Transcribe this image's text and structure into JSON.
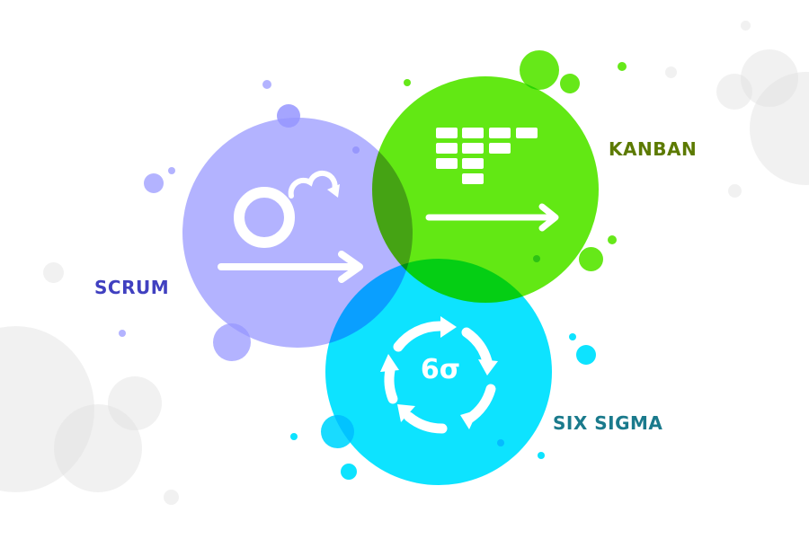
{
  "diagram": {
    "nodes": [
      {
        "id": "scrum",
        "label": "SCRUM",
        "color": "#9696ff",
        "label_color": "#4040c0",
        "icon": "loop-arrow-icon"
      },
      {
        "id": "kanban",
        "label": "KANBAN",
        "color": "#55e600",
        "label_color": "#5c7a00",
        "icon": "kanban-board-icon"
      },
      {
        "id": "six_sigma",
        "label": "SIX SIGMA",
        "color": "#00e1ff",
        "label_color": "#1a7a8c",
        "icon": "cycle-arrows-icon",
        "icon_text": "6σ"
      }
    ],
    "layout": "three overlapping circles (venn-style)"
  }
}
